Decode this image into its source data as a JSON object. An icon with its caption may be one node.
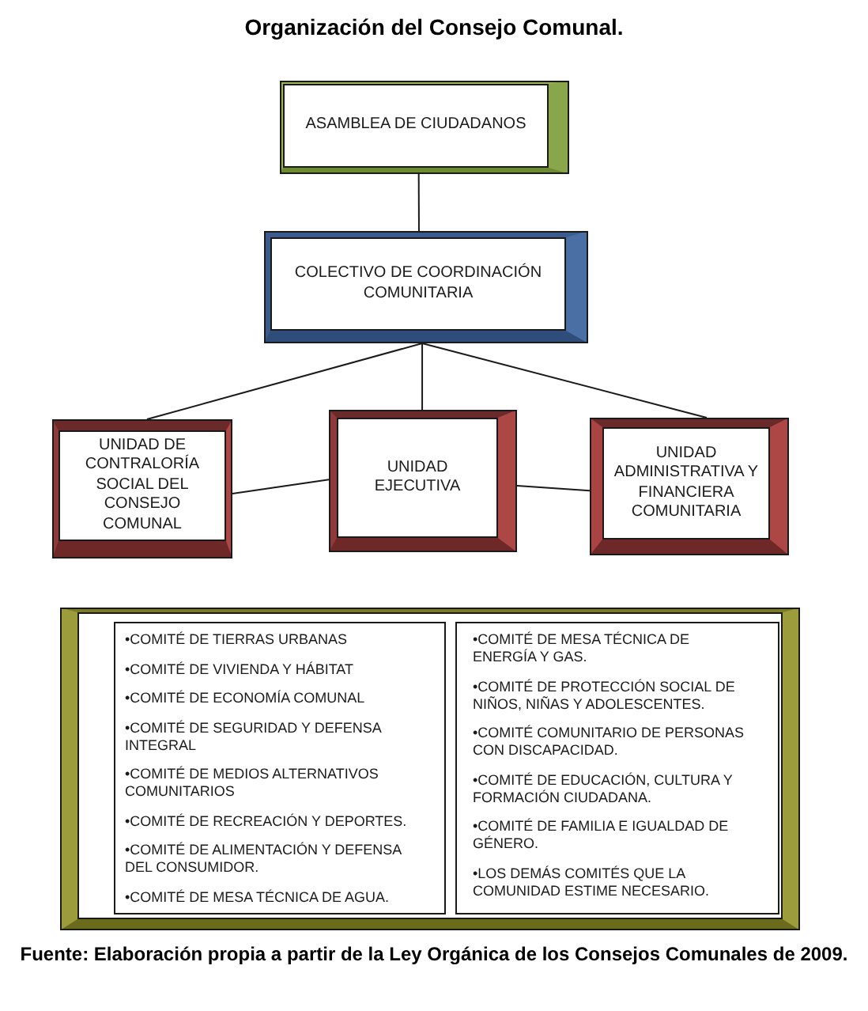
{
  "diagram": {
    "title": "Organización del Consejo Comunal.",
    "caption": "Fuente: Elaboración propia a partir de la Ley Orgánica de los Consejos Comunales de 2009.",
    "nodes": [
      {
        "text": [
          "ASAMBLEA DE CIUDADANOS"
        ]
      },
      {
        "text": [
          "COLECTIVO DE COORDINACIÓN COMUNITARIA"
        ]
      },
      {
        "text": [
          "UNIDAD DE CONTRALORÍA SOCIAL DEL CONSEJO COMUNAL"
        ]
      },
      {
        "text": [
          "UNIDAD EJECUTIVA"
        ]
      },
      {
        "text": [
          "UNIDAD ADMINISTRATIVA Y FINANCIERA COMUNITARIA"
        ]
      },
      {
        "text": [],
        "shape": "box"
      },
      {
        "text": [
          "•COMITÉ DE TIERRAS URBANAS",
          "•COMITÉ DE VIVIENDA Y HÁBITAT",
          "•COMITÉ DE ECONOMÍA COMUNAL",
          "•COMITÉ DE SEGURIDAD Y DEFENSA INTEGRAL",
          "•COMITÉ DE MEDIOS ALTERNATIVOS COMUNITARIOS",
          "•COMITÉ DE RECREACIÓN Y DEPORTES.",
          "•COMITÉ DE ALIMENTACIÓN Y DEFENSA DEL CONSUMIDOR.",
          "•COMITÉ DE MESA TÉCNICA DE AGUA."
        ],
        "in": 5
      },
      {
        "text": [
          "•COMITÉ DE MESA TÉCNICA DE ENERGÍA Y GAS.",
          "•COMITÉ DE PROTECCIÓN SOCIAL DE NIÑOS, NIÑAS Y ADOLESCENTES.",
          "•COMITÉ COMUNITARIO DE PERSONAS CON DISCAPACIDAD.",
          "•COMITÉ DE EDUCACIÓN, CULTURA Y FORMACIÓN CIUDADANA.",
          "•COMITÉ DE FAMILIA E IGUALDAD DE GÉNERO.",
          "•LOS DEMÁS COMITÉS QUE LA COMUNIDAD ESTIME NECESARIO."
        ],
        "in": 5
      }
    ],
    "edges": [
      {
        "from": 0,
        "to": 1,
        "arrow": "none"
      },
      {
        "from": 1,
        "to": 2,
        "arrow": "none"
      },
      {
        "from": 1,
        "to": 3,
        "arrow": "none"
      },
      {
        "from": 1,
        "to": 4,
        "arrow": "none"
      },
      {
        "from": 2,
        "to": 3,
        "arrow": "none"
      },
      {
        "from": 3,
        "to": 4,
        "arrow": "none"
      }
    ]
  }
}
